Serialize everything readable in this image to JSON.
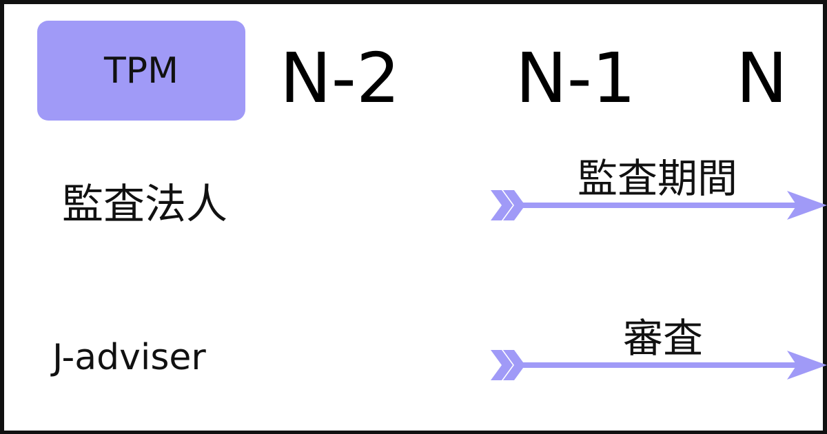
{
  "badge": {
    "label": "TPM"
  },
  "years": [
    "N-2",
    "N-1",
    "N"
  ],
  "rows": [
    {
      "label": "監査法人",
      "phase": "監査期間"
    },
    {
      "label": "J-adviser",
      "phase": "審査"
    }
  ],
  "colors": {
    "badge": "#a09af7",
    "arrow": "#a09af7",
    "text": "#111111"
  }
}
